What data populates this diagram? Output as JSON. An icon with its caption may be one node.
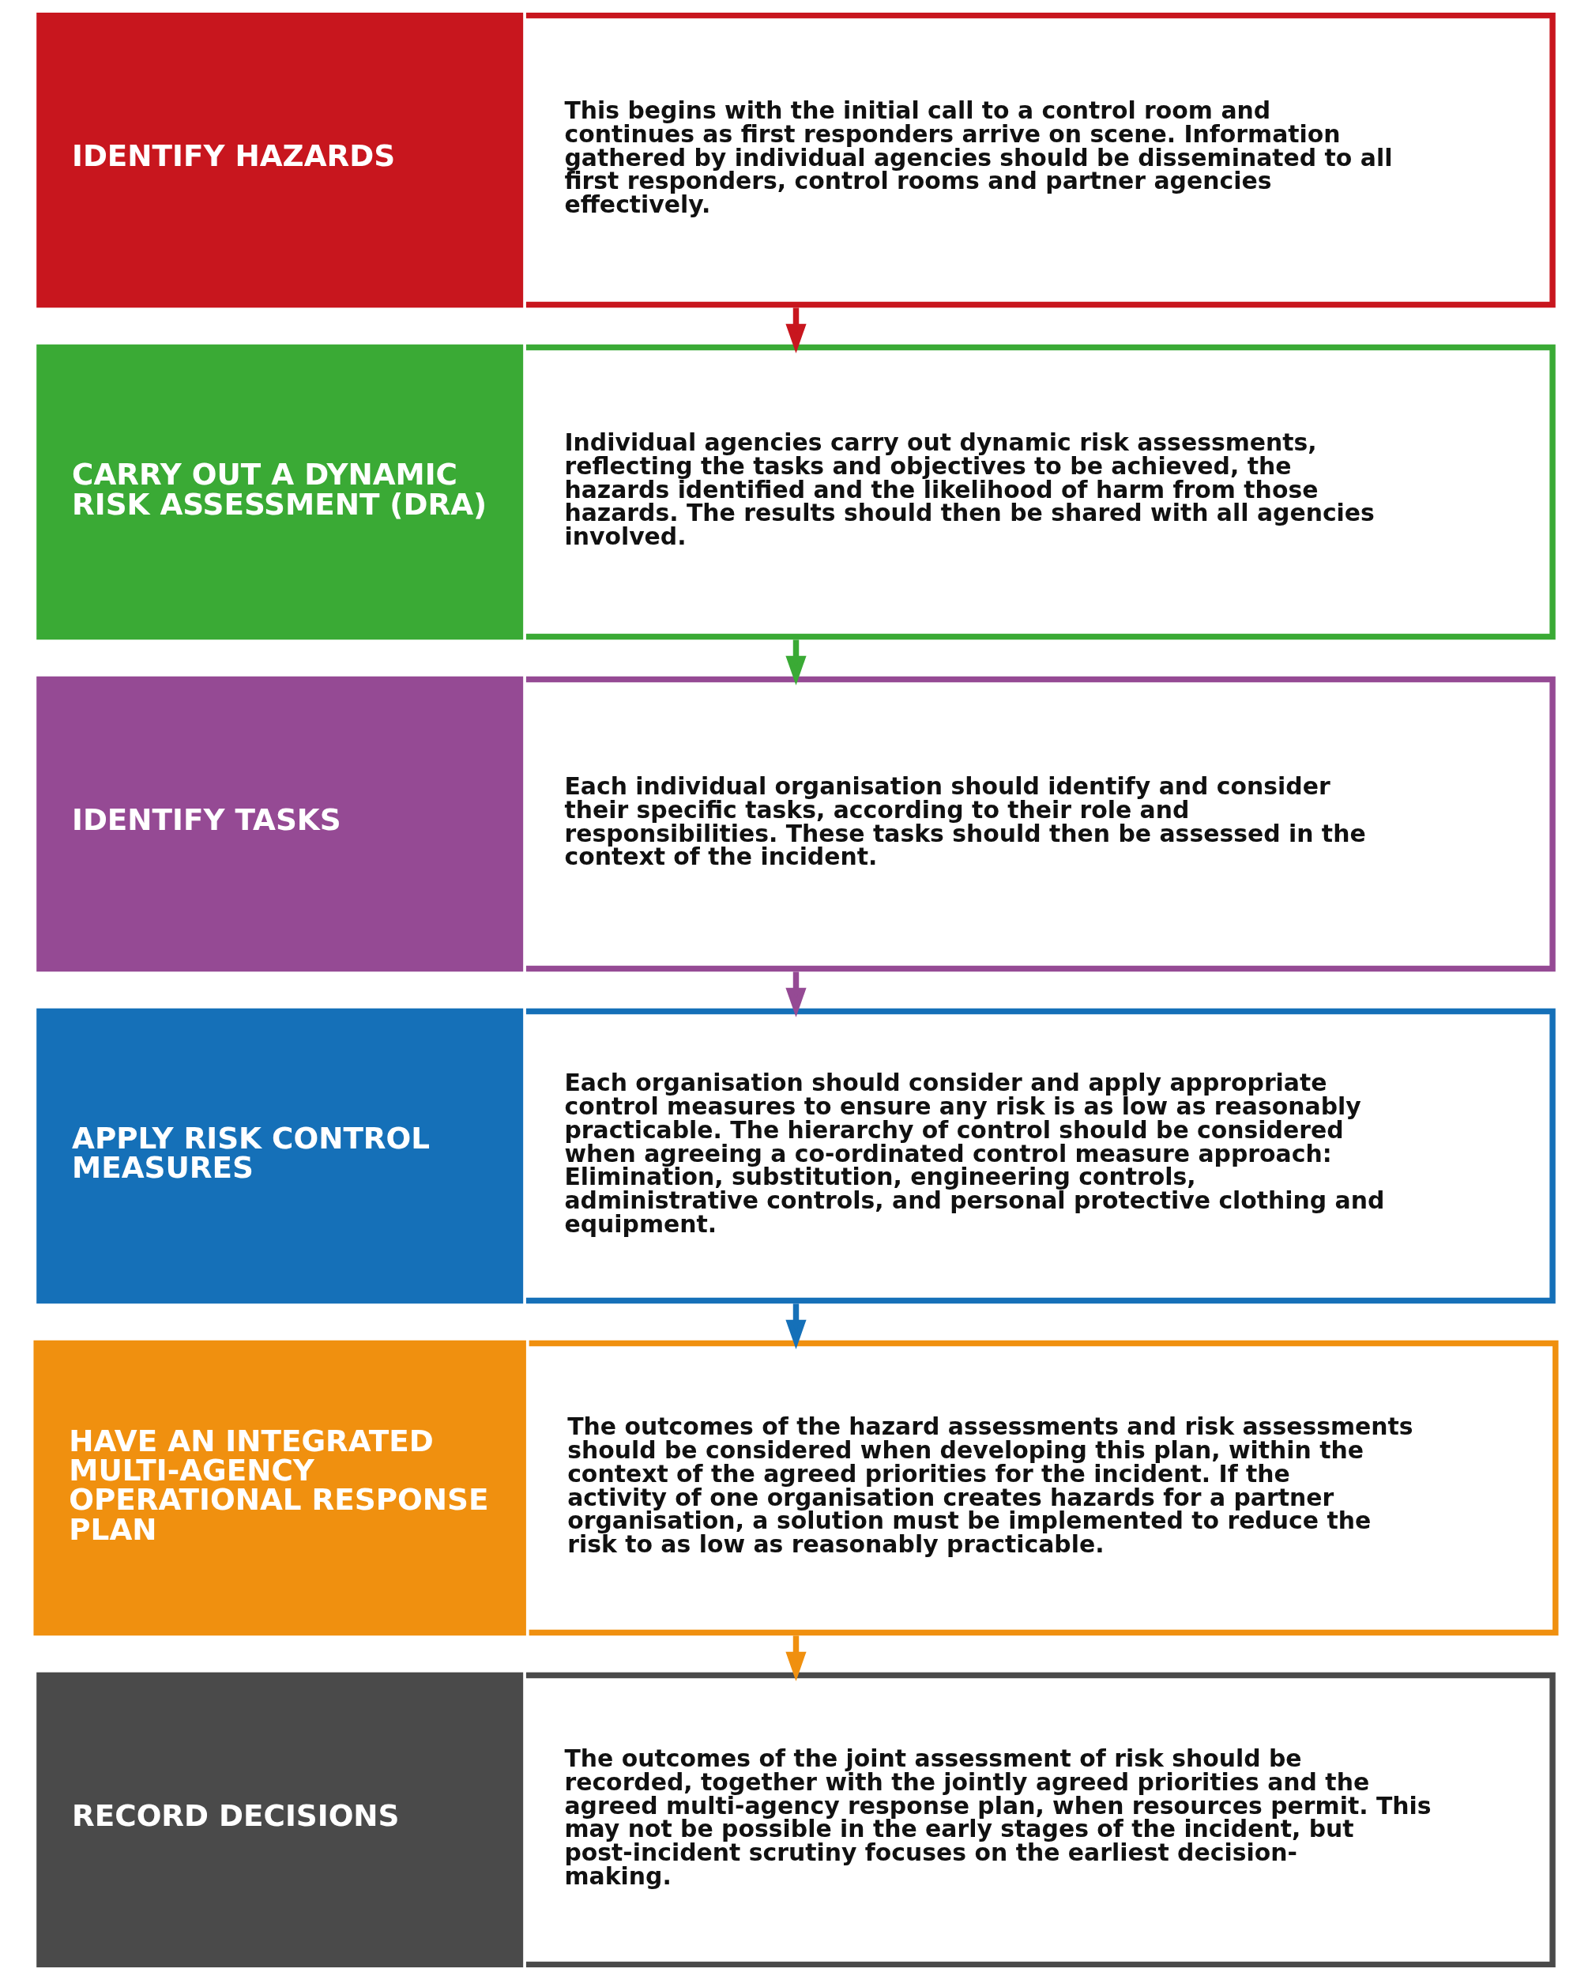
{
  "diagram": {
    "nodes": [
      {
        "text": [
          "IDENTIFY HAZARDS",
          "This begins with the initial call to a control room and continues as first responders arrive on scene. Information gathered by individual agencies should be disseminated to all first responders, control rooms and partner agencies effectively."
        ]
      },
      {
        "text": [
          "CARRY OUT A DYNAMIC RISK ASSESSMENT (DRA)",
          "Individual agencies carry out dynamic risk assessments, reflecting the tasks and objectives to be achieved, the hazards identified and the likelihood of harm from those hazards. The results should then be shared with all agencies involved."
        ]
      },
      {
        "text": [
          "IDENTIFY TASKS",
          "Each individual organisation should identify and consider their specific tasks, according to their role and responsibilities. These tasks should then be assessed in the context of the incident."
        ]
      },
      {
        "text": [
          "APPLY RISK CONTROL MEASURES",
          "Each organisation should consider and apply appropriate control measures to ensure any risk is as low as reasonably practicable. The hierarchy of control should be considered when agreeing a co-ordinated control measure approach: Elimination, substitution, engineering controls, administrative controls, and personal protective clothing and equipment."
        ]
      },
      {
        "text": [
          "HAVE AN INTEGRATED MULTI-AGENCY OPERATIONAL RESPONSE PLAN",
          "The outcomes of the hazard assessments and risk assessments should be considered when developing this plan, within the context of the agreed priorities for the incident. If the activity of one organisation creates hazards for a partner organisation, a solution must be implemented to reduce the risk to as low as reasonably practicable."
        ]
      },
      {
        "text": [
          "RECORD DECISIONS",
          "The outcomes of the joint assessment of risk should be recorded, together with the jointly agreed priorities and the agreed multi-agency response plan, when resources permit. This may not be possible in the early stages of the incident, but post-incident scrutiny focuses on the earliest decision-making."
        ]
      }
    ],
    "edges": [
      {
        "from": 0,
        "to": 1,
        "arrow": "to",
        "color": "#c8161e"
      },
      {
        "from": 1,
        "to": 2,
        "arrow": "to",
        "color": "#3aaa35"
      },
      {
        "from": 2,
        "to": 3,
        "arrow": "to",
        "color": "#954a94"
      },
      {
        "from": 3,
        "to": 4,
        "arrow": "to",
        "color": "#1570b8"
      },
      {
        "from": 4,
        "to": 5,
        "arrow": "to",
        "color": "#f0900f"
      }
    ]
  }
}
